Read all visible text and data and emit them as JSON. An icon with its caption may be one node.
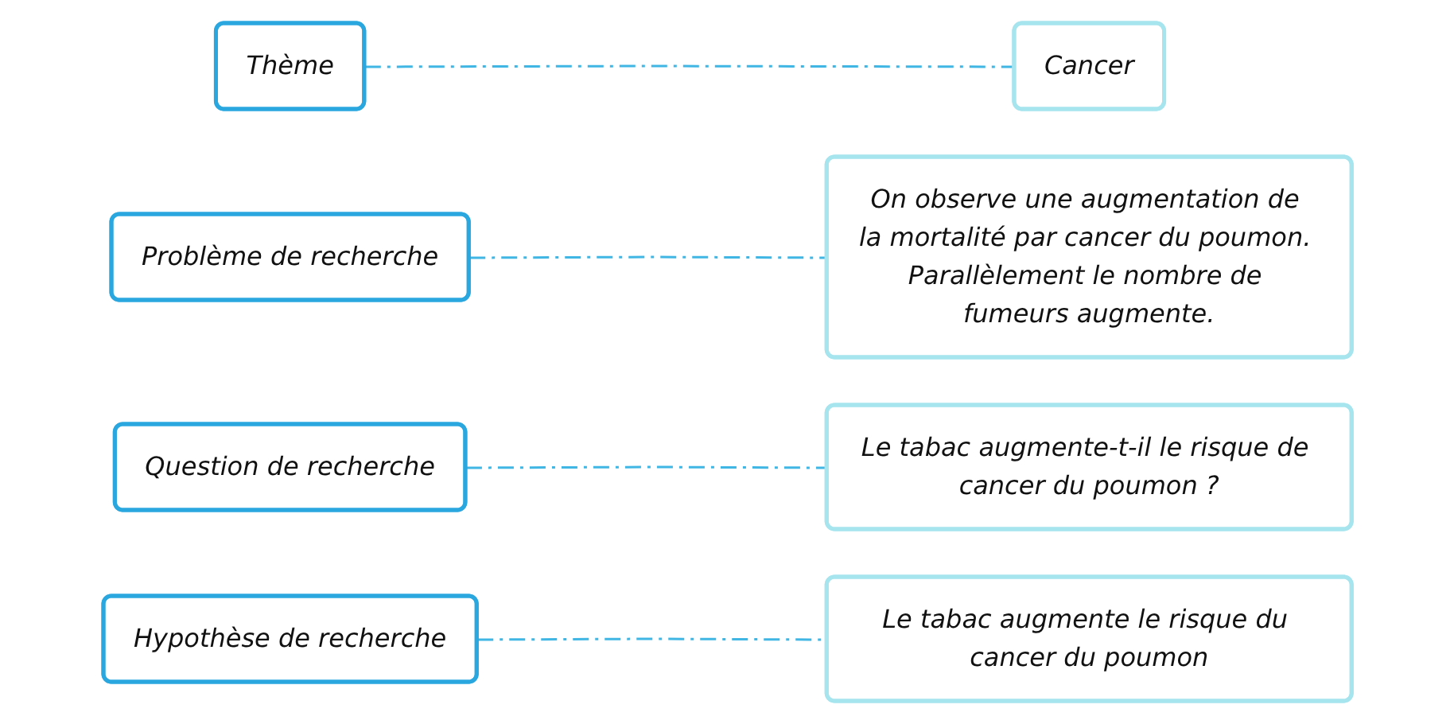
{
  "diagram": {
    "nodes": [
      {
        "text": [
          "Thème"
        ]
      },
      {
        "text": [
          "Cancer"
        ]
      },
      {
        "text": [
          "Problème de recherche"
        ]
      },
      {
        "text": [
          "On observe une augmentation de la mortalité par cancer du poumon. Parallèlement le nombre de fumeurs augmente."
        ]
      },
      {
        "text": [
          "Question de recherche"
        ]
      },
      {
        "text": [
          "Le tabac augmente-t-il le risque de cancer du poumon ?"
        ]
      },
      {
        "text": [
          "Hypothèse de recherche"
        ]
      },
      {
        "text": [
          "Le tabac augmente le risque du cancer du poumon"
        ]
      }
    ],
    "edges": [
      {
        "from": 0,
        "to": 1,
        "arrow": "none",
        "style": "dashed"
      },
      {
        "from": 2,
        "to": 3,
        "arrow": "none",
        "style": "dashed"
      },
      {
        "from": 4,
        "to": 5,
        "arrow": "none",
        "style": "dashed"
      },
      {
        "from": 6,
        "to": 7,
        "arrow": "none",
        "style": "dashed"
      }
    ]
  }
}
